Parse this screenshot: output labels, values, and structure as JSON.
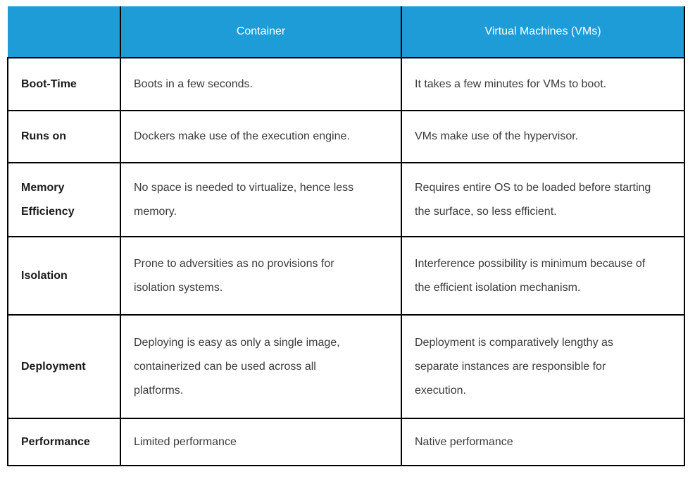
{
  "colors": {
    "header_bg": "#1e9cd8",
    "header_text": "#ffffff",
    "border_color": "#000000",
    "body_text": "#3b3b3b",
    "label_text": "#1a1a1a",
    "page_bg": "#ffffff"
  },
  "table": {
    "header": {
      "blank": "",
      "container": "Container",
      "vm": "Virtual Machines (VMs)"
    },
    "rows": [
      {
        "label": "Boot-Time",
        "container": "Boots in a few seconds.",
        "vm": "It takes a few minutes for VMs to boot."
      },
      {
        "label": "Runs on",
        "container": "Dockers make use of the execution engine.",
        "vm": "VMs make use of the hypervisor."
      },
      {
        "label": "Memory\nEfficiency",
        "container": "No space is needed to virtualize, hence less\nmemory.",
        "vm": "Requires entire OS to be loaded before starting\nthe surface, so less efficient."
      },
      {
        "label": "Isolation",
        "container": "Prone to adversities as no provisions for\nisolation systems.",
        "vm": "Interference possibility is minimum because of\nthe efficient isolation mechanism."
      },
      {
        "label": "Deployment",
        "container": "Deploying is easy as only a single image,\ncontainerized can be used across all\nplatforms.",
        "vm": "Deployment is comparatively lengthy as\nseparate instances are responsible for\nexecution."
      },
      {
        "label": "Performance",
        "container": "Limited performance",
        "vm": "Native performance"
      }
    ]
  }
}
